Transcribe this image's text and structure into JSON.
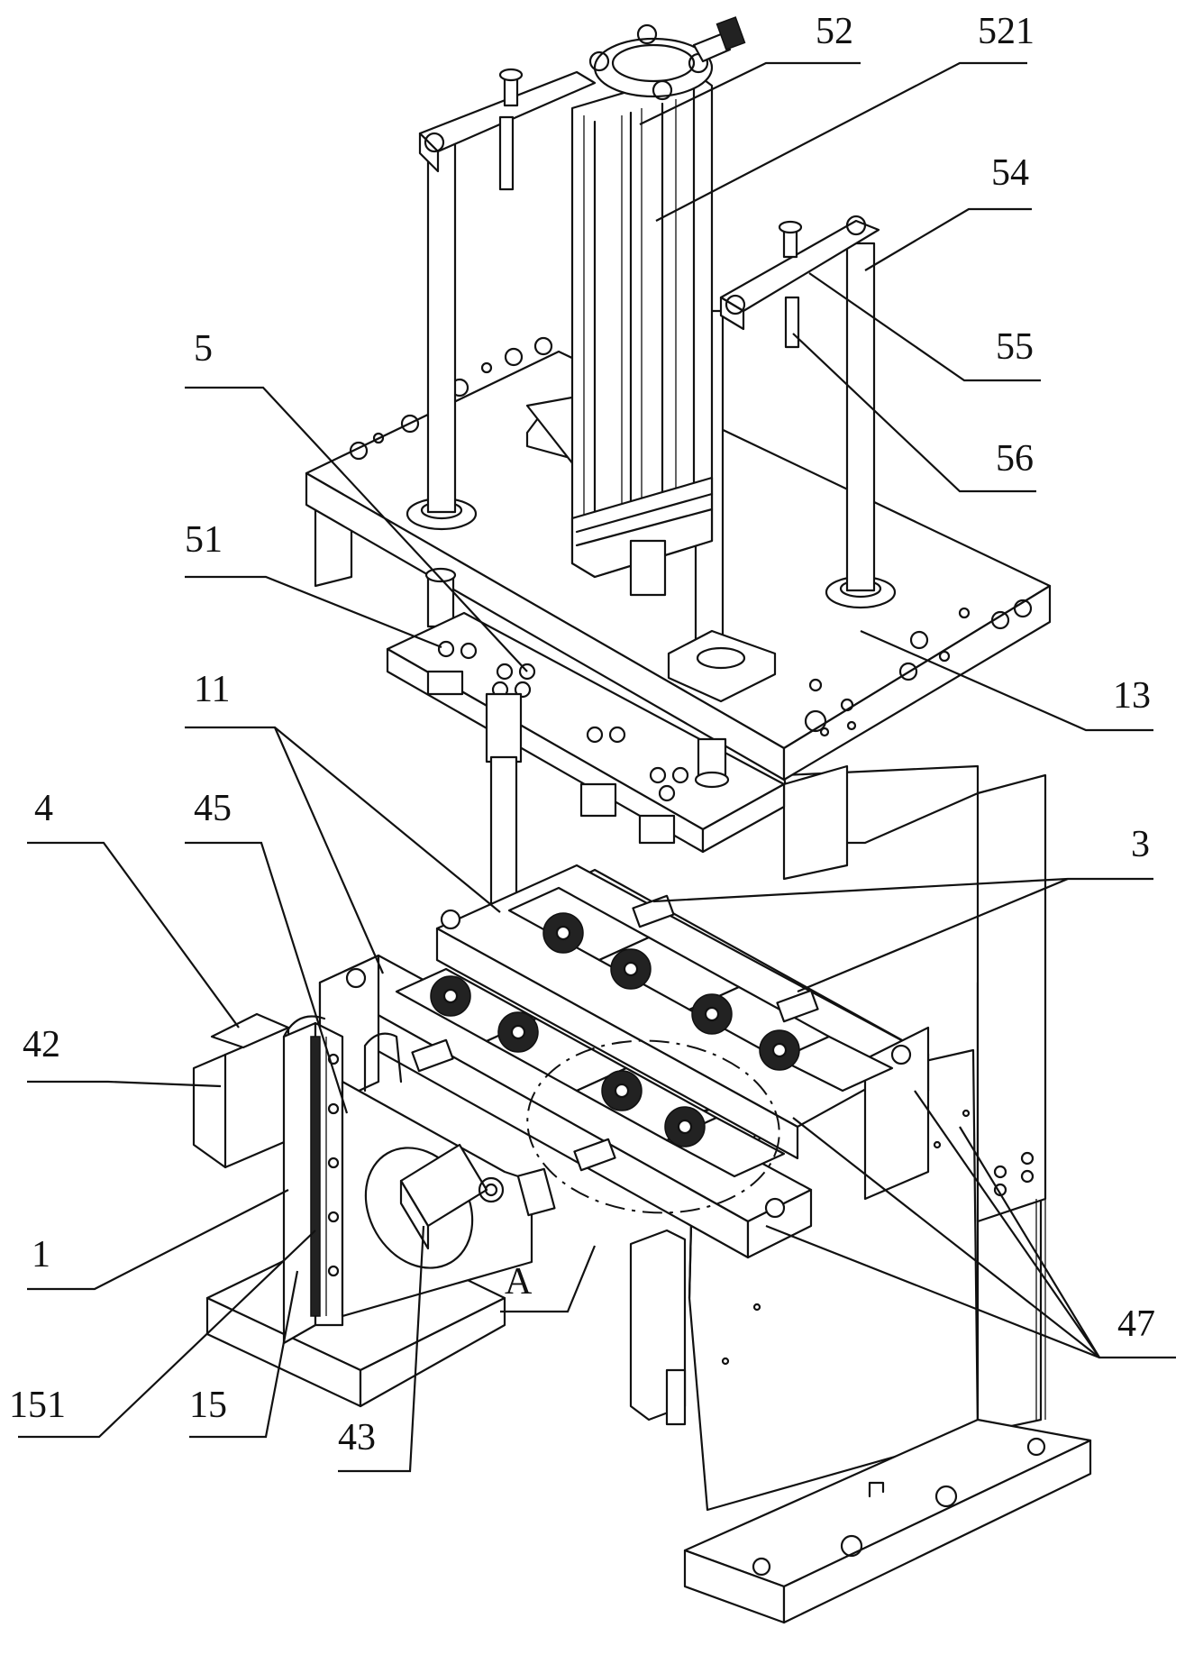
{
  "labels": {
    "l52": "52",
    "l521": "521",
    "l54": "54",
    "l55": "55",
    "l56": "56",
    "l5": "5",
    "l51": "51",
    "l13": "13",
    "l11": "11",
    "l3": "3",
    "l4": "4",
    "l45": "45",
    "l42": "42",
    "l1": "1",
    "lA": "A",
    "l47": "47",
    "l151": "151",
    "l15": "15",
    "l43": "43"
  },
  "colors": {
    "line": "#111111",
    "background": "#ffffff"
  }
}
